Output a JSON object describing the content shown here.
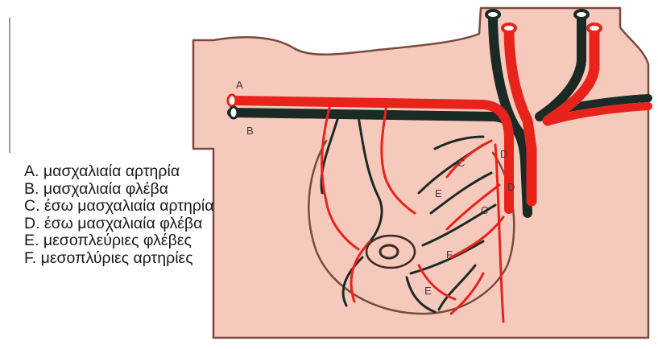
{
  "diagram": {
    "colors": {
      "skin": "#f6c9bd",
      "skin_outline": "#7a4a40",
      "artery": "#e8231c",
      "vein": "#1b2a25",
      "background": "#ffffff"
    },
    "legend": [
      {
        "key": "A.",
        "text": "μασχαλιαία αρτηρία"
      },
      {
        "key": "B.",
        "text": "μασχαλιαία φλέβα"
      },
      {
        "key": "C.",
        "text": "έσω μασχαλιαία αρτηρία"
      },
      {
        "key": "D.",
        "text": "έσω μασχαλιαία φλέβα"
      },
      {
        "key": "E.",
        "text": "μεσοπλεύριες φλέβες"
      },
      {
        "key": "F.",
        "text": "μεσοπλύριες αρτηρίες"
      }
    ],
    "labels": {
      "A": "A",
      "B": "B",
      "C1": "C",
      "C2": "C",
      "D1": "D",
      "D2": "D",
      "E1": "E",
      "E2": "E",
      "F": "F"
    }
  }
}
